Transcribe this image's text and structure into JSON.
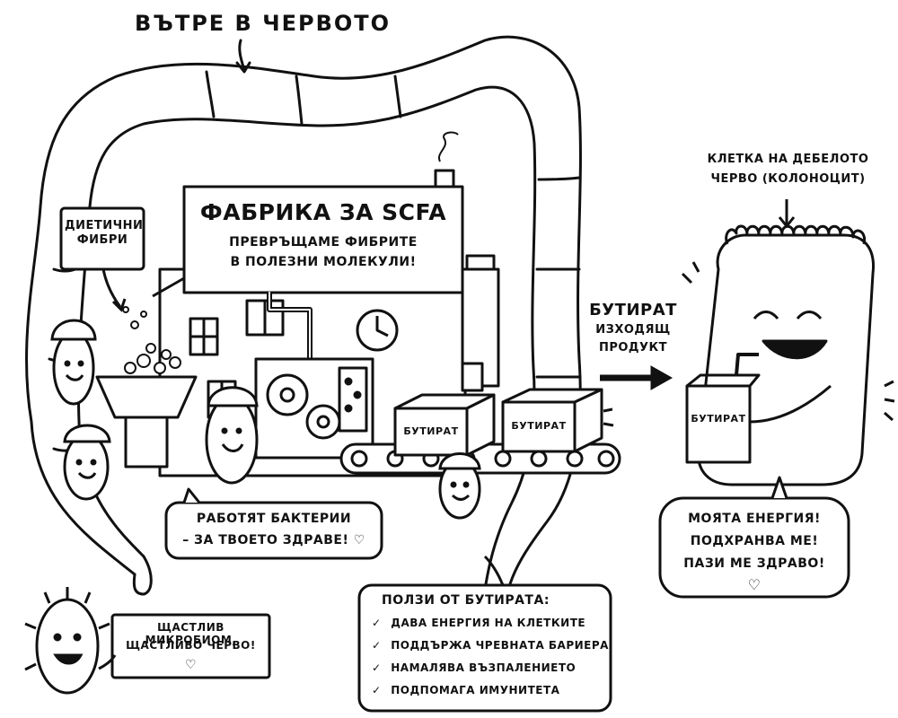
{
  "header": {
    "title": "ВЪТРЕ В ЧЕРВОТО"
  },
  "fiber_sign": {
    "text": "ДИЕТИЧНИ ФИБРИ"
  },
  "factory": {
    "title": "ФАБРИКА ЗА SCFA",
    "subtitle_line1": "ПРЕВРЪЩАМЕ ФИБРИТЕ",
    "subtitle_line2": "В ПОЛЕЗНИ МОЛЕКУЛИ!"
  },
  "boxes": {
    "box1": "БУТИРАТ",
    "box2": "БУТИРАТ",
    "juice_box": "БУТИРАТ"
  },
  "output": {
    "name": "БУТИРАТ",
    "line2": "ИЗХОДЯЩ",
    "line3": "ПРОДУКТ"
  },
  "colonocyte": {
    "line1": "КЛЕТКА НА ДЕБЕЛОТО",
    "line2": "ЧЕРВО (КОЛОНОЦИТ)"
  },
  "bacteria_bubble": {
    "line1": "РАБОТЯТ БАКТЕРИИ",
    "line2": "– ЗА ТВОЕТО ЗДРАВЕ! ♡"
  },
  "cell_bubble": {
    "line1": "МОЯТА ЕНЕРГИЯ!",
    "line2": "ПОДХРАНВА МЕ!",
    "line3": "ПАЗИ МЕ ЗДРАВО!",
    "heart": "♡"
  },
  "microbiome_sign": {
    "line1": "ЩАСТЛИВ МИКРОБИОМ,",
    "line2": "ЩАСТЛИВО ЧЕРВО!",
    "heart": "♡"
  },
  "benefits": {
    "title": "ПОЛЗИ ОТ БУТИРАТА:",
    "check": "✓",
    "items": [
      "ДАВА ЕНЕРГИЯ НА КЛЕТКИТЕ",
      "ПОДДЪРЖА ЧРЕВНАТА БАРИЕРА",
      "НАМАЛЯВА ВЪЗПАЛЕНИЕТО",
      "ПОДПОМАГА ИМУНИТЕТА"
    ]
  }
}
